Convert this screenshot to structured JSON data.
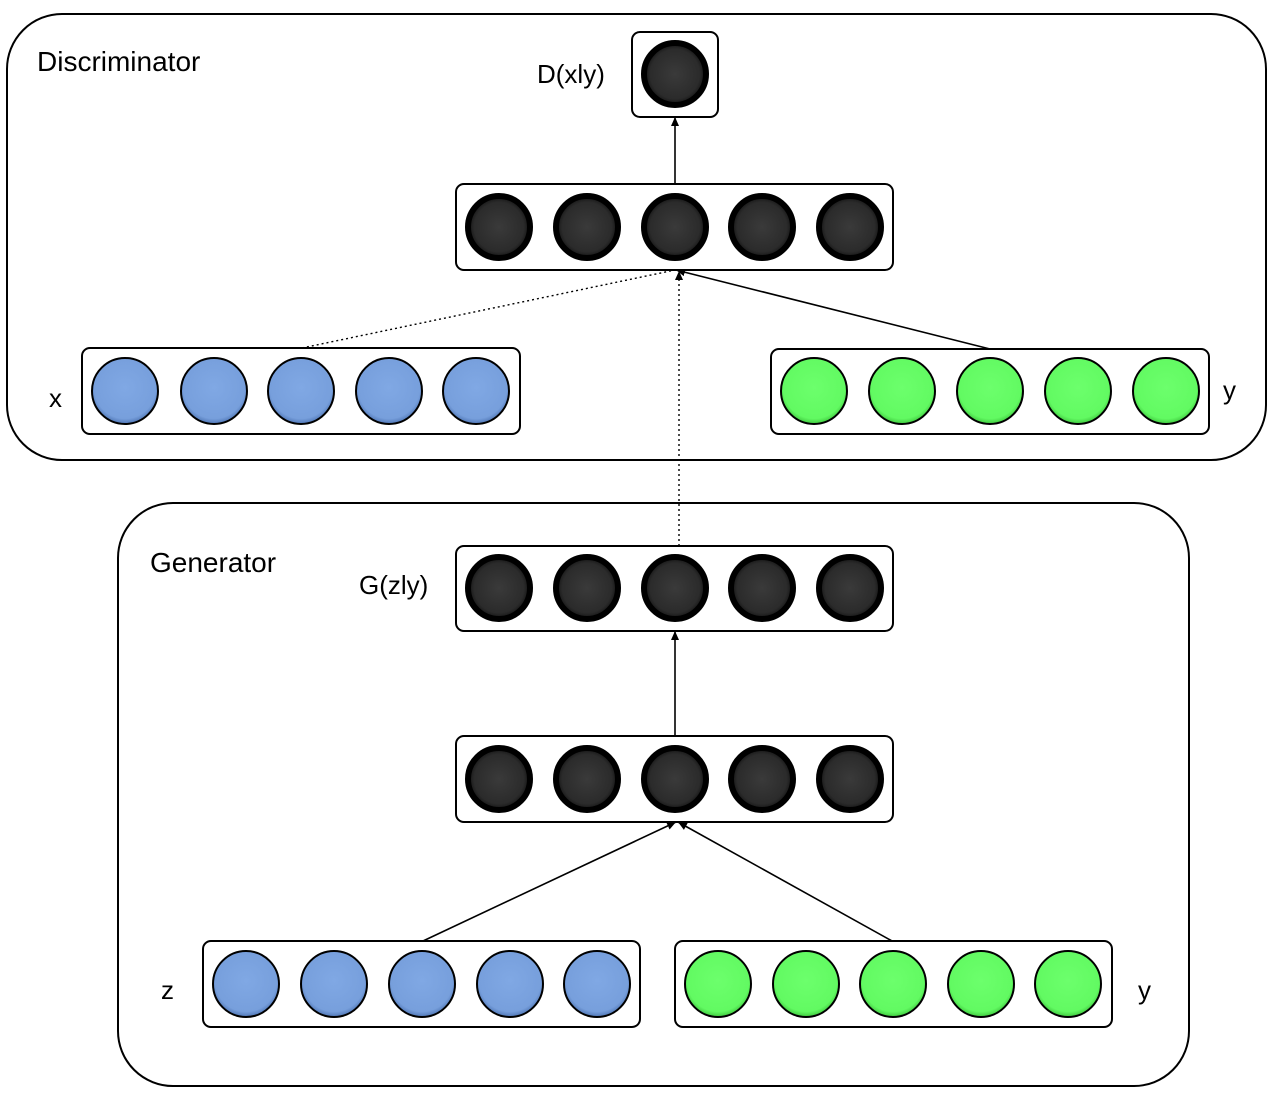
{
  "discriminator": {
    "title": "Discriminator",
    "output_label": "D(xly)",
    "input_x_label": "x",
    "input_y_label": "y"
  },
  "generator": {
    "title": "Generator",
    "output_label": "G(zly)",
    "input_z_label": "z",
    "input_y_label": "y"
  },
  "colors": {
    "dark_node": "#2e2e2e",
    "blue_node": "#7ba3e0",
    "green_node": "#66ff66",
    "outline": "#000000"
  }
}
